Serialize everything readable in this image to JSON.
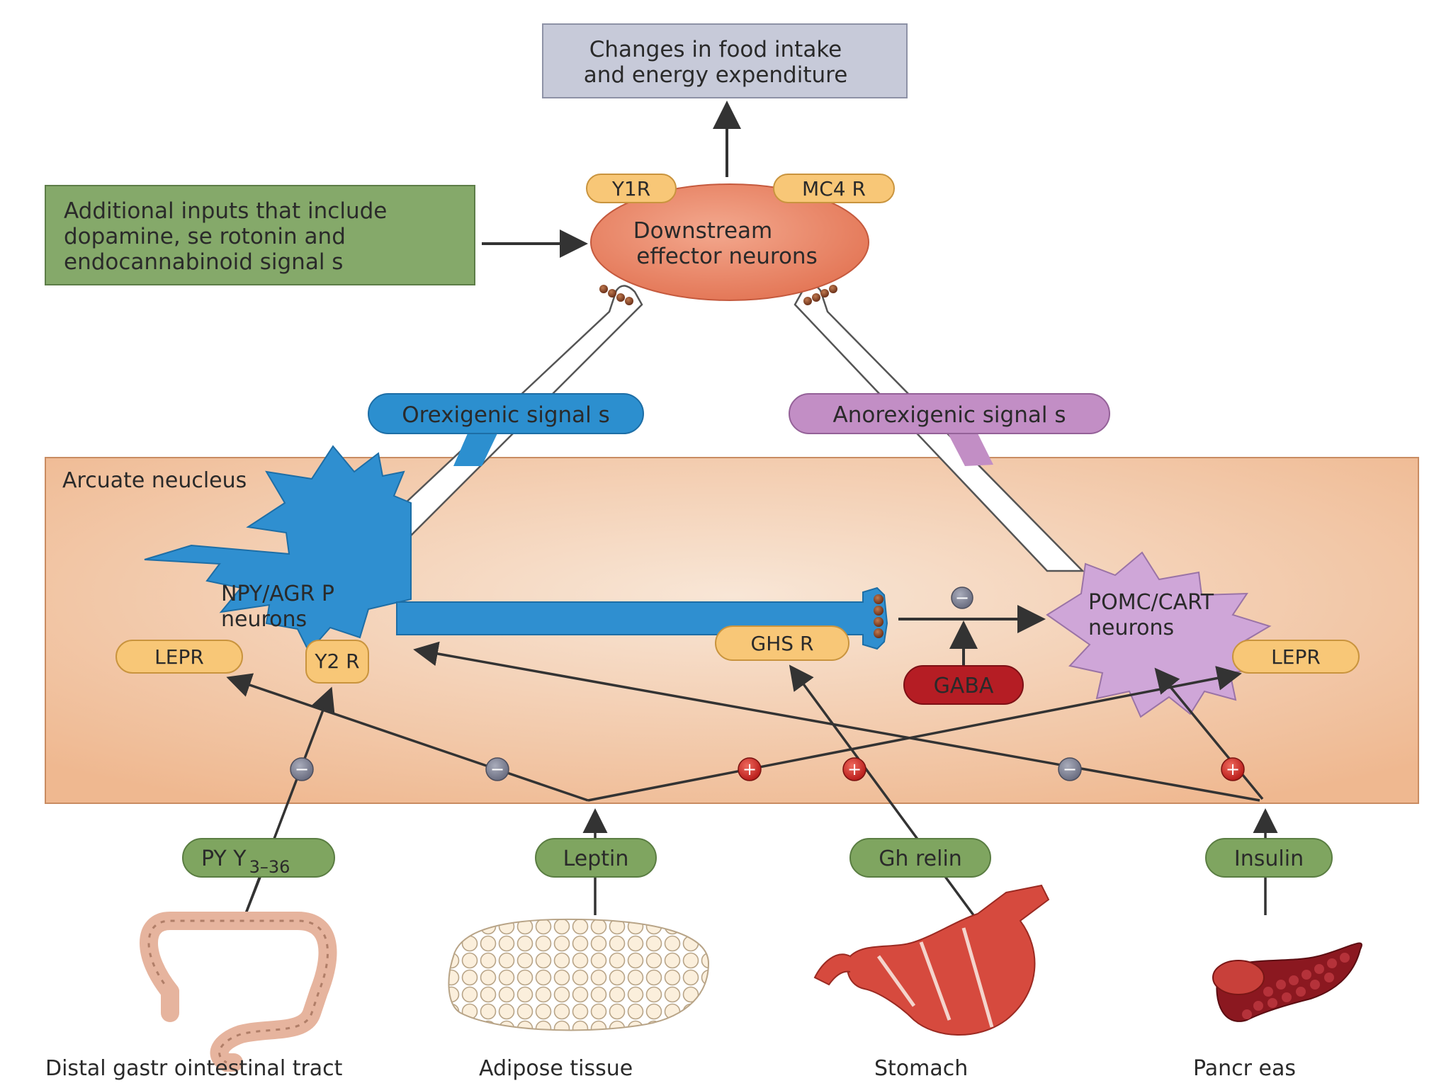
{
  "top_box": {
    "line1": "Changes in food intake",
    "line2": "and energy expenditure"
  },
  "inputs_box": {
    "line1": "Additional inputs that include",
    "line2": "dopamine, se rotonin and",
    "line3": "endocannabinoid signal s"
  },
  "effector": {
    "line1": "Downstream",
    "line2": "effector neurons",
    "receptor_left": "Y1R",
    "receptor_right": "MC4 R"
  },
  "signals": {
    "orexigenic": "Orexigenic signal s",
    "anorexigenic": "Anorexigenic signal s"
  },
  "region_label": "Arcuate neucleus",
  "npy_neuron": {
    "line1": "NPY/AGR  P",
    "line2": "neurons",
    "lepr": "LEPR",
    "y2r": "Y2 R",
    "ghsr": "GHS R"
  },
  "pomc_neuron": {
    "line1": "POMC/CART",
    "line2": "neurons",
    "lepr": "LEPR"
  },
  "gaba": "GABA",
  "hormones": {
    "pyy": "PY Y",
    "pyy_sub": "3–36",
    "leptin": "Leptin",
    "ghrelin": "Gh relin",
    "insulin": "Insulin"
  },
  "organs": {
    "gi": "Distal gastr ointestinal tract",
    "adipose": "Adipose tissue",
    "stomach": "Stomach",
    "pancreas": "Pancr eas"
  },
  "sign_glyphs": {
    "minus": "−",
    "plus": "+"
  },
  "colors": {
    "top_box": "#c7cad9",
    "inputs_box": "#85a96a",
    "effector": "#ec8a6e",
    "receptor": "#f8c777",
    "orexigenic": "#2c8fcf",
    "anorexigenic": "#c28ec5",
    "npy_neuron": "#2f8fd0",
    "pomc_neuron": "#cfa6d8",
    "gaba": "#b51d24",
    "hormone": "#7fa560",
    "region": "#f1c29e",
    "minus_sign": "#7f8294",
    "plus_sign": "#d22d27"
  }
}
